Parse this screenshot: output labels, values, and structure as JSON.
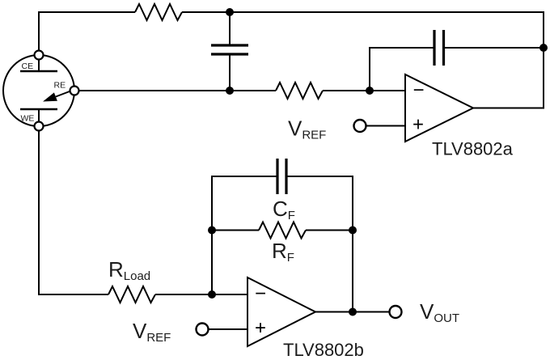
{
  "figure": {
    "type": "circuit-schematic",
    "background": "#ffffff",
    "line_color": "#000000",
    "text_color": "#1c1c1c"
  },
  "cell": {
    "ce_label": "CE",
    "re_label": "RE",
    "we_label": "WE"
  },
  "opamp_a": {
    "name": "TLV8802a",
    "minus": "−",
    "plus": "+"
  },
  "opamp_b": {
    "name": "TLV8802b",
    "minus": "−",
    "plus": "+"
  },
  "components": {
    "rload_main": "R",
    "rload_sub": "Load",
    "cf_main": "C",
    "cf_sub": "F",
    "rf_main": "R",
    "rf_sub": "F"
  },
  "ports": {
    "vref_a_main": "V",
    "vref_a_sub": "REF",
    "vref_b_main": "V",
    "vref_b_sub": "REF",
    "vout_main": "V",
    "vout_sub": "OUT"
  }
}
